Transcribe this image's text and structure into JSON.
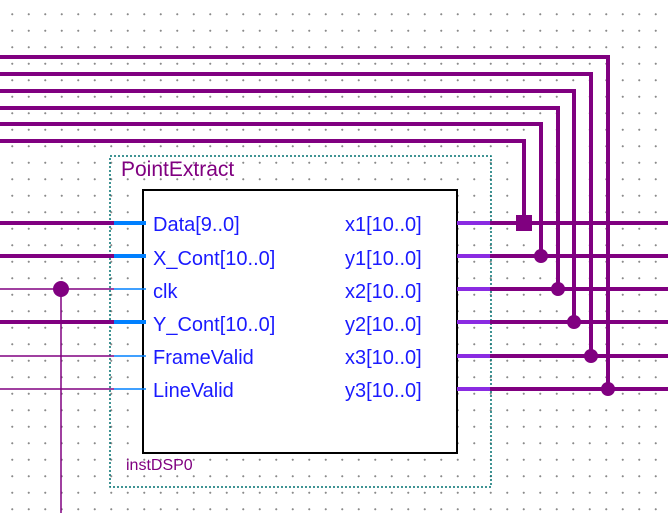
{
  "block": {
    "title": "PointExtract",
    "instance": "instDSP0",
    "inputs": [
      {
        "label": "Data[9..0]",
        "bus": true
      },
      {
        "label": "X_Cont[10..0]",
        "bus": true
      },
      {
        "label": "clk",
        "bus": false
      },
      {
        "label": "Y_Cont[10..0]",
        "bus": true
      },
      {
        "label": "FrameValid",
        "bus": false
      },
      {
        "label": "LineValid",
        "bus": false
      }
    ],
    "outputs": [
      {
        "label": "x1[10..0]"
      },
      {
        "label": "y1[10..0]"
      },
      {
        "label": "x2[10..0]"
      },
      {
        "label": "y2[10..0]"
      },
      {
        "label": "x3[10..0]"
      },
      {
        "label": "y3[10..0]"
      }
    ]
  },
  "colors": {
    "wire": "#800080",
    "bus_stub": "#0080ff",
    "output_stub": "#8a2be2",
    "pin_text": "#1a1aff",
    "frame": "#007070",
    "body_border": "#000000"
  }
}
